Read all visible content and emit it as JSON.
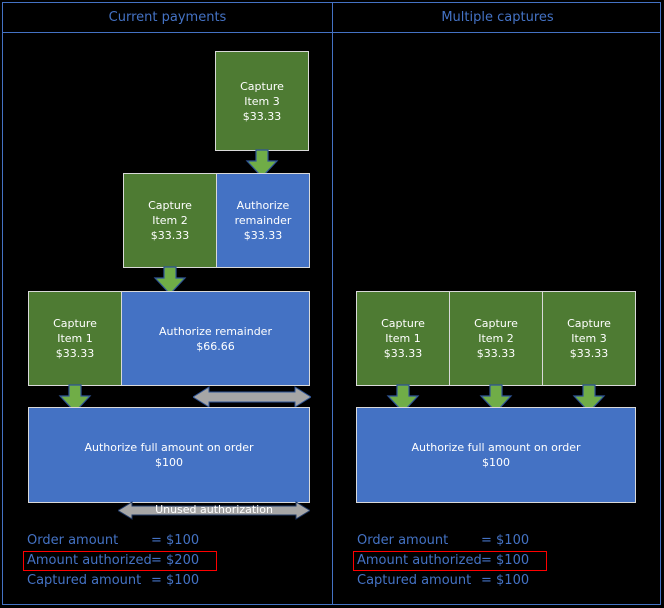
{
  "headers": {
    "left": "Current payments",
    "right": "Multiple captures"
  },
  "colors": {
    "capture_green": "#4e7b33",
    "authorize_blue": "#4472c4",
    "border_light": "#d9d9d9",
    "frame_blue": "#4472c4",
    "highlight_red": "#ff0000",
    "arrow_gray": "#a6a6a6",
    "background": "#000000",
    "text_white": "#ffffff"
  },
  "left_panel": {
    "boxes": [
      {
        "name": "capture-item-3",
        "title": "Capture",
        "item": "Item 3",
        "amount": "$33.33",
        "type": "capture"
      },
      {
        "name": "capture-item-2",
        "title": "Capture",
        "item": "Item 2",
        "amount": "$33.33",
        "type": "capture"
      },
      {
        "name": "authorize-remainder-33",
        "title": "Authorize",
        "item": "remainder",
        "amount": "$33.33",
        "type": "authorize"
      },
      {
        "name": "capture-item-1",
        "title": "Capture",
        "item": "Item 1",
        "amount": "$33.33",
        "type": "capture"
      },
      {
        "name": "authorize-remainder-66",
        "title": "Authorize remainder",
        "amount": "$66.66",
        "type": "authorize"
      },
      {
        "name": "authorize-full-amount",
        "title": "Authorize full amount on order",
        "amount": "$100",
        "type": "authorize"
      }
    ],
    "unused_label": "Unused authorization",
    "legend": [
      {
        "label": "Order amount",
        "value": "= $100",
        "highlighted": false
      },
      {
        "label": "Amount authorized",
        "value": "= $200",
        "highlighted": true
      },
      {
        "label": "Captured amount",
        "value": "= $100",
        "highlighted": false
      }
    ]
  },
  "right_panel": {
    "boxes": [
      {
        "name": "capture-item-1",
        "title": "Capture",
        "item": "Item 1",
        "amount": "$33.33",
        "type": "capture"
      },
      {
        "name": "capture-item-2",
        "title": "Capture",
        "item": "Item 2",
        "amount": "$33.33",
        "type": "capture"
      },
      {
        "name": "capture-item-3",
        "title": "Capture",
        "item": "Item 3",
        "amount": "$33.33",
        "type": "capture"
      },
      {
        "name": "authorize-full-amount",
        "title": "Authorize full amount on order",
        "amount": "$100",
        "type": "authorize"
      }
    ],
    "legend": [
      {
        "label": "Order amount",
        "value": "= $100",
        "highlighted": false
      },
      {
        "label": "Amount authorized",
        "value": "= $100",
        "highlighted": true
      },
      {
        "label": "Captured amount",
        "value": "= $100",
        "highlighted": false
      }
    ]
  }
}
